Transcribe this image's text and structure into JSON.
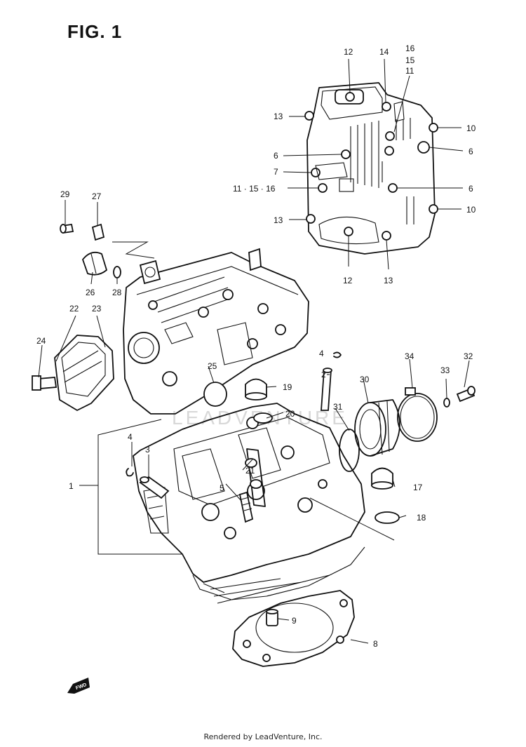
{
  "figure": {
    "title": "FIG. 1",
    "footer": "Rendered by LeadVenture, Inc.",
    "watermark": "LEADVENTURE",
    "orientation_mark": "FWD"
  },
  "callouts": [
    {
      "id": "c1",
      "text": "1"
    },
    {
      "id": "c2",
      "text": "2"
    },
    {
      "id": "c3",
      "text": "3"
    },
    {
      "id": "c4a",
      "text": "4"
    },
    {
      "id": "c4b",
      "text": "4"
    },
    {
      "id": "c5",
      "text": "5"
    },
    {
      "id": "c6a",
      "text": "6"
    },
    {
      "id": "c6b",
      "text": "6"
    },
    {
      "id": "c6c",
      "text": "6"
    },
    {
      "id": "c7",
      "text": "7"
    },
    {
      "id": "c8",
      "text": "8"
    },
    {
      "id": "c9",
      "text": "9"
    },
    {
      "id": "c10a",
      "text": "10"
    },
    {
      "id": "c10b",
      "text": "10"
    },
    {
      "id": "c11a",
      "text": "11 · 15 · 16"
    },
    {
      "id": "c11b",
      "text": "11"
    },
    {
      "id": "c12a",
      "text": "12"
    },
    {
      "id": "c12b",
      "text": "12"
    },
    {
      "id": "c13a",
      "text": "13"
    },
    {
      "id": "c13b",
      "text": "13"
    },
    {
      "id": "c13c",
      "text": "13"
    },
    {
      "id": "c14",
      "text": "14"
    },
    {
      "id": "c15",
      "text": "15"
    },
    {
      "id": "c16",
      "text": "16"
    },
    {
      "id": "c17",
      "text": "17"
    },
    {
      "id": "c18",
      "text": "18"
    },
    {
      "id": "c19",
      "text": "19"
    },
    {
      "id": "c20",
      "text": "20"
    },
    {
      "id": "c21",
      "text": "21"
    },
    {
      "id": "c22",
      "text": "22"
    },
    {
      "id": "c23",
      "text": "23"
    },
    {
      "id": "c24",
      "text": "24"
    },
    {
      "id": "c25",
      "text": "25"
    },
    {
      "id": "c26",
      "text": "26"
    },
    {
      "id": "c27",
      "text": "27"
    },
    {
      "id": "c28",
      "text": "28"
    },
    {
      "id": "c29",
      "text": "29"
    },
    {
      "id": "c30",
      "text": "30"
    },
    {
      "id": "c31",
      "text": "31"
    },
    {
      "id": "c32",
      "text": "32"
    },
    {
      "id": "c33",
      "text": "33"
    },
    {
      "id": "c34",
      "text": "34"
    }
  ]
}
